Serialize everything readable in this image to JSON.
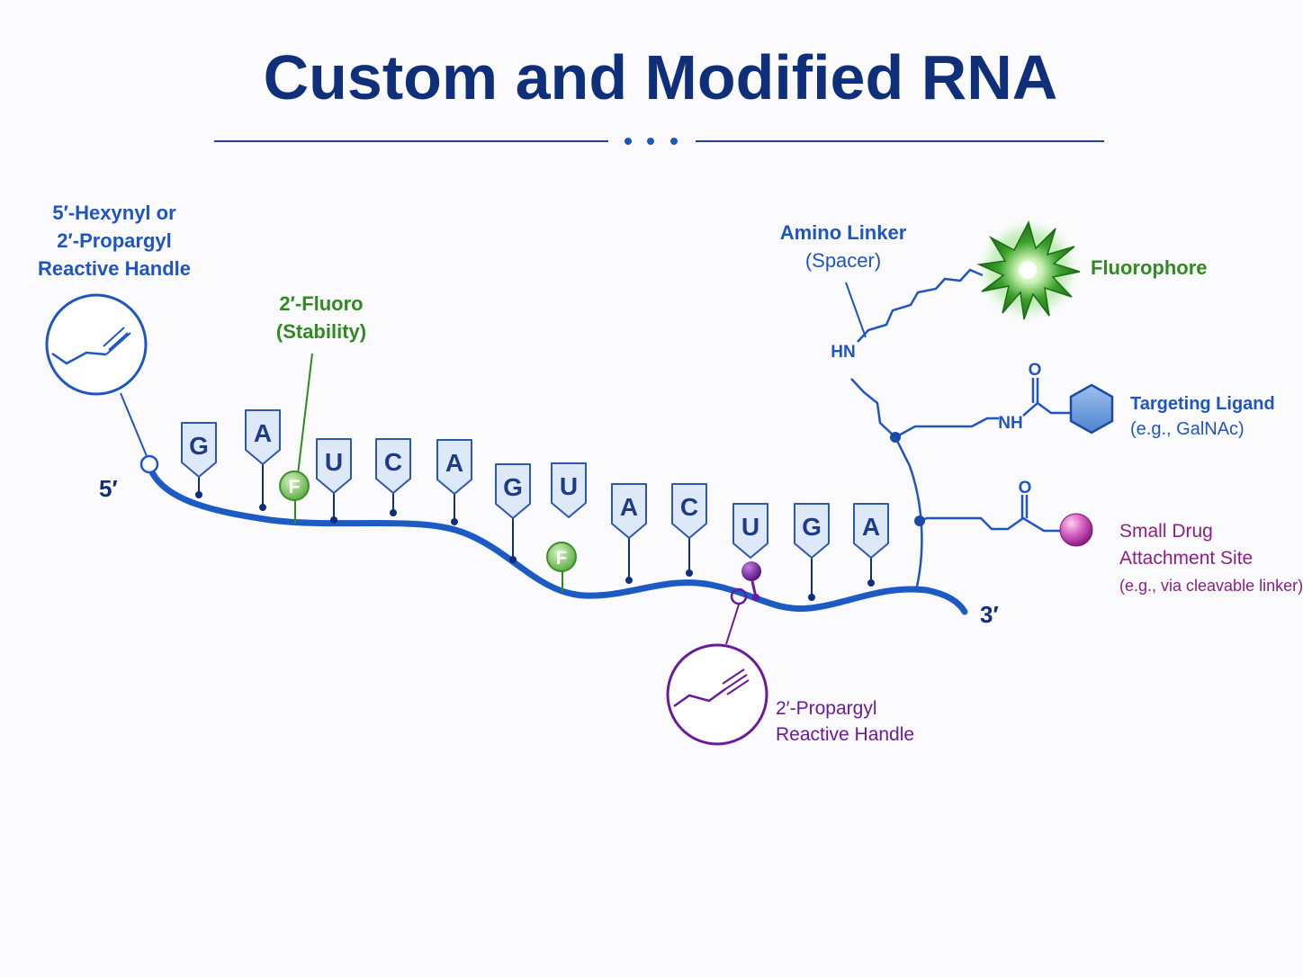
{
  "title": "Custom and Modified RNA",
  "colors": {
    "navy": "#0f2f7a",
    "blue": "#1f55c0",
    "backbone": "#1d5bc4",
    "green": "#2f8a1f",
    "purple": "#6a1b9a",
    "magenta": "#8e1e86",
    "pill_fill": "#dde8f8",
    "pill_stroke": "#2c58b0"
  },
  "ends": {
    "five_prime": "5′",
    "three_prime": "3′"
  },
  "sequence": [
    "G",
    "A",
    "U",
    "C",
    "A",
    "G",
    "U",
    "A",
    "C",
    "U",
    "G",
    "A"
  ],
  "fluoro_marker": "F",
  "labels": {
    "five_handle": [
      "5′-Hexynyl or",
      "2′-Propargyl",
      "Reactive Handle"
    ],
    "fluoro": [
      "2′-Fluoro",
      "(Stability)"
    ],
    "amino_linker": [
      "Amino Linker",
      "(Spacer)"
    ],
    "fluorophore": "Fluorophore",
    "targeting": [
      "Targeting Ligand",
      "(e.g., GalNAc)"
    ],
    "drug": [
      "Small Drug",
      "Attachment Site",
      "(e.g., via cleavable linker)"
    ],
    "propargyl": [
      "2′-Propargyl",
      "Reactive Handle"
    ]
  },
  "chem": {
    "hn": "HN",
    "nh": "NH",
    "oxygen": "O"
  },
  "icons": [
    "alkyne-structure-icon",
    "fluorophore-starburst-icon",
    "hexagon-ligand-icon",
    "drug-sphere-icon"
  ]
}
